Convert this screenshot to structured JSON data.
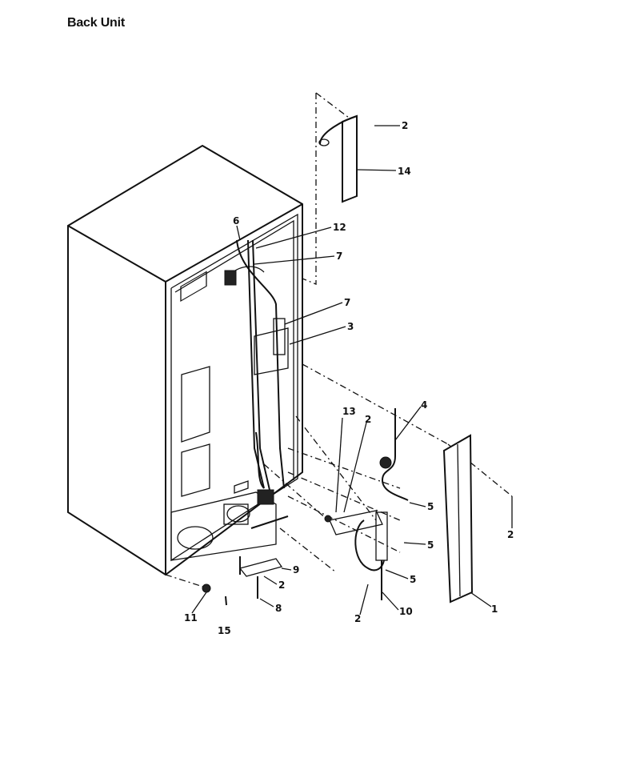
{
  "title": "Back Unit",
  "callouts": [
    "2",
    "14",
    "6",
    "12",
    "7",
    "7",
    "3",
    "13",
    "2",
    "4",
    "5",
    "5",
    "5",
    "2",
    "9",
    "2",
    "8",
    "11",
    "15",
    "2",
    "10",
    "1"
  ]
}
